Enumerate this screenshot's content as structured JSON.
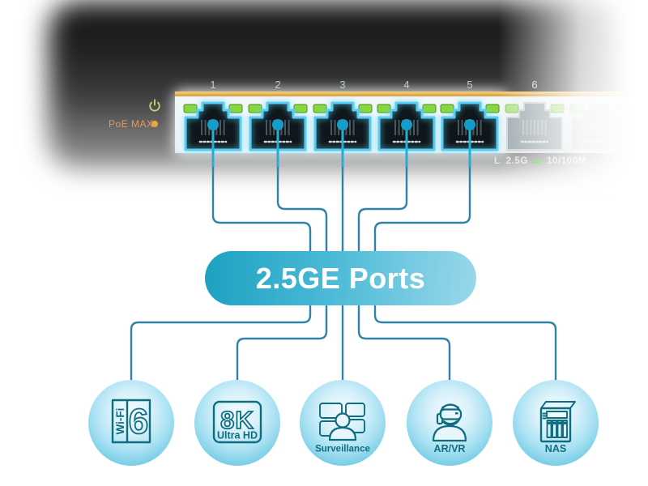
{
  "switch": {
    "poe_max_label": "PoE MAX",
    "port_numbers": [
      "1",
      "2",
      "3",
      "4",
      "5",
      "6"
    ],
    "legend": {
      "prefix": "L",
      "speed": "2.5G",
      "fallback_speed": "10/100M"
    }
  },
  "hub": {
    "label": "2.5GE Ports"
  },
  "use_cases": [
    {
      "id": "wifi-6",
      "side_text": "Wi-Fi",
      "big_text": "6"
    },
    {
      "id": "8k-ultra-hd",
      "big_text": "8K",
      "small_text": "Ultra HD"
    },
    {
      "id": "surveillance",
      "label": "Surveillance"
    },
    {
      "id": "ar-vr",
      "label": "AR/VR"
    },
    {
      "id": "nas",
      "label": "NAS"
    }
  ],
  "colors": {
    "port_glow": "#58cff2",
    "connector_line": "#2e84a6",
    "connector_bright": "#28aed4",
    "icon_teal": "#0e6e80",
    "led_green": "#86d93c",
    "gold_strip": "#e0a94e",
    "poe_orange": "#e89a55",
    "pill_gradient_start": "#1da1c1",
    "pill_gradient_end": "#98d8ea"
  }
}
